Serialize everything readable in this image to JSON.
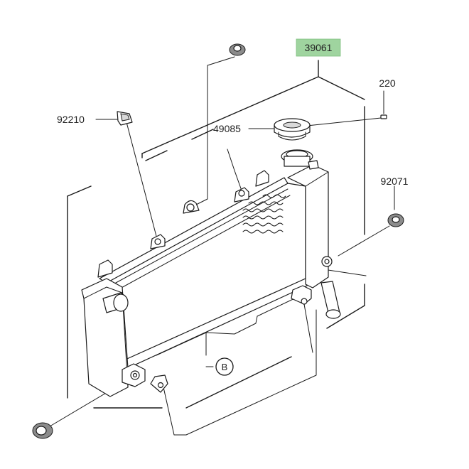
{
  "diagram": {
    "labels": {
      "assembly": "39061",
      "screw": "220",
      "cap": "49085",
      "clip": "92210",
      "grommet": "92071"
    },
    "reference_marker": "B",
    "colors": {
      "highlight": "#9fd49f",
      "line": "#1a1a1a",
      "background": "#ffffff"
    }
  }
}
